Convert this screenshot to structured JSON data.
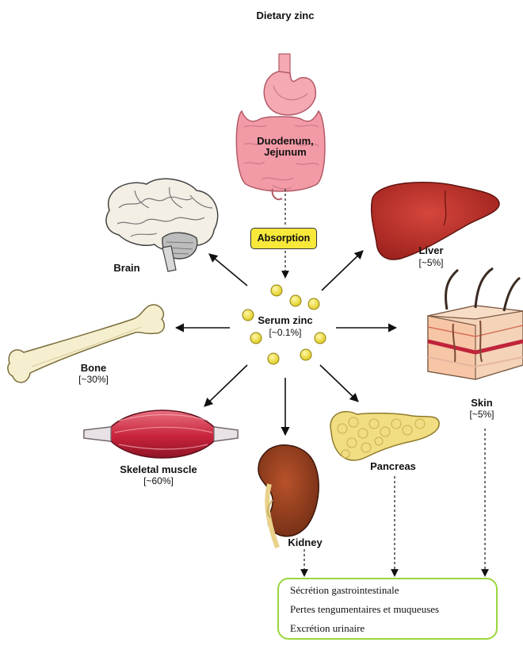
{
  "source": {
    "label": "Dietary zinc"
  },
  "intestine": {
    "label_line1": "Duodenum,",
    "label_line2": "Jejunum"
  },
  "absorption": {
    "label": "Absorption"
  },
  "serum": {
    "label": "Serum zinc",
    "percent": "[~0.1%]"
  },
  "organs": {
    "brain": {
      "label": "Brain"
    },
    "liver": {
      "label": "Liver",
      "percent": "[~5%]"
    },
    "bone": {
      "label": "Bone",
      "percent": "[~30%]"
    },
    "skin": {
      "label": "Skin",
      "percent": "[~5%]"
    },
    "muscle": {
      "label": "Skeletal muscle",
      "percent": "[~60%]"
    },
    "kidney": {
      "label": "Kidney"
    },
    "pancreas": {
      "label": "Pancreas"
    }
  },
  "outcomes": {
    "items": [
      "Sécrétion gastrointestinale",
      "Pertes tengumentaires et muqueuses",
      "Excrétion urinaire"
    ]
  },
  "colors": {
    "zinc": "#f2e23a",
    "outcome_border": "#9ad63c",
    "absorption_fill": "#f7e83a"
  }
}
